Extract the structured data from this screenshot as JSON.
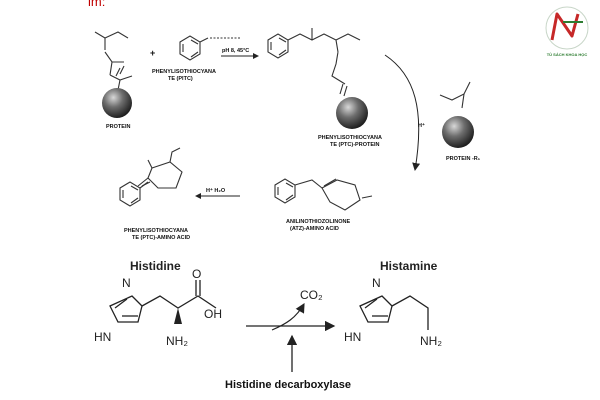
{
  "header_fragment": "im:",
  "edman": {
    "reactant_label": "PROTEIN",
    "plus_sign": "+",
    "reagent_label": [
      "PHENYLISOTHIOCYANA",
      "TE (PITC)"
    ],
    "condition_label": "pH 8, 45°C",
    "adduct_label": [
      "PHENYLISOTHIOCYANA",
      "TE (PTC)-PROTEIN"
    ],
    "acid_label": "H⁺",
    "shortened_protein_label": "PROTEIN -R₁",
    "atz_label": [
      "ANILINOTHIOZOLINONE",
      "(ATZ)-AMINO ACID"
    ],
    "conversion_label": "H⁺ H₂O",
    "pth_label": [
      "PHENYLISOTHIOCYANA",
      "TE (PTC)-AMINO ACID"
    ]
  },
  "decarboxylation": {
    "substrate_name": "Histidine",
    "product_name": "Histamine",
    "co2_label": "CO₂",
    "enzyme_label": "Histidine decarboxylase",
    "histidine_atoms": {
      "n_ring": "N",
      "hn_ring": "HN",
      "oxygen": "O",
      "hydroxyl": "OH",
      "amine": "NH₂"
    },
    "histamine_atoms": {
      "n_ring": "N",
      "hn_ring": "HN",
      "amine": "NH₂"
    }
  },
  "logo": {
    "glyph": "N",
    "tagline": "TỦ SÁCH KHOA HỌC"
  },
  "colors": {
    "ink": "#222222",
    "logo_red": "#c62828",
    "logo_green": "#2e7d32",
    "sphere": "#555555"
  }
}
